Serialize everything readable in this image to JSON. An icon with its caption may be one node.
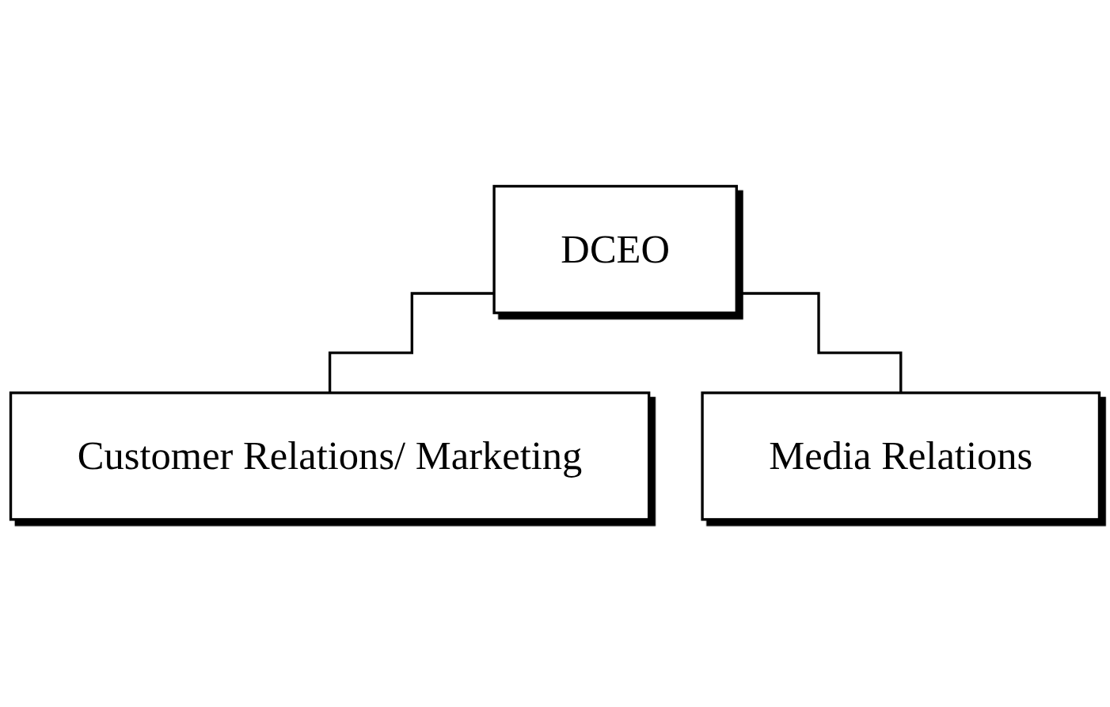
{
  "diagram": {
    "nodes": [
      {
        "text": [
          "DCEO"
        ]
      },
      {
        "text": [
          "Customer Relations/ Marketing"
        ]
      },
      {
        "text": [
          "Media Relations"
        ]
      }
    ],
    "edges": [
      {
        "from": 0,
        "to": 1,
        "arrow": "none"
      },
      {
        "from": 0,
        "to": 2,
        "arrow": "none"
      }
    ]
  }
}
